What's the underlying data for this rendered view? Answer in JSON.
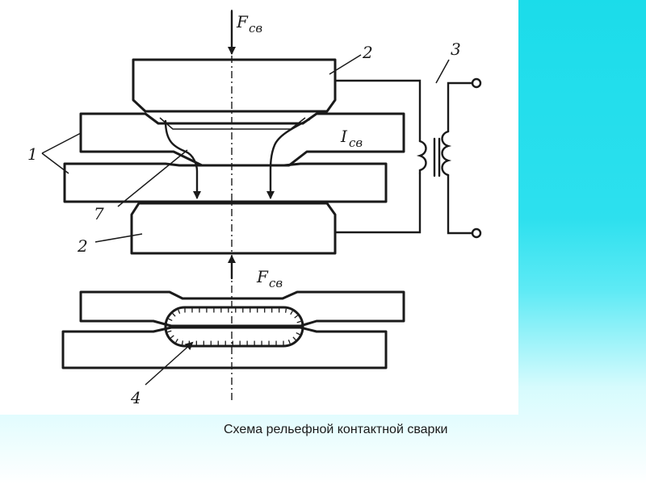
{
  "diagram": {
    "labels": {
      "force_top": "F",
      "force_top_sub": "cв",
      "force_bottom": "F",
      "force_bottom_sub": "cв",
      "current": "I",
      "current_sub": "cв",
      "part_1": "1",
      "part_2_top": "2",
      "part_2_bottom": "2",
      "part_3": "3",
      "part_4": "4",
      "part_7": "7"
    },
    "colors": {
      "slide_cyan": "#1bdcea",
      "line": "#1a1a1a"
    }
  },
  "caption": "Схема рельефной контактной сварки"
}
